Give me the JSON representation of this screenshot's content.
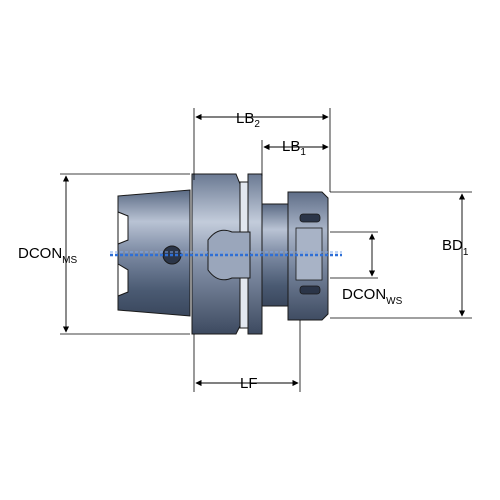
{
  "labels": {
    "lb2": {
      "main": "LB",
      "sub": "2"
    },
    "lb1": {
      "main": "LB",
      "sub": "1"
    },
    "dcon_ms": {
      "main": "DCON",
      "sub": "MS"
    },
    "bd1": {
      "main": "BD",
      "sub": "1"
    },
    "dcon_ws": {
      "main": "DCON",
      "sub": "WS"
    },
    "lf": {
      "main": "LF"
    }
  },
  "colors": {
    "body_dark": "#4a5a72",
    "body_mid": "#7c8aa3",
    "body_light": "#b9c3d4",
    "highlight": "#dde3ec",
    "axis_blue": "#2e6fd6",
    "outline": "#1a1a1a"
  }
}
